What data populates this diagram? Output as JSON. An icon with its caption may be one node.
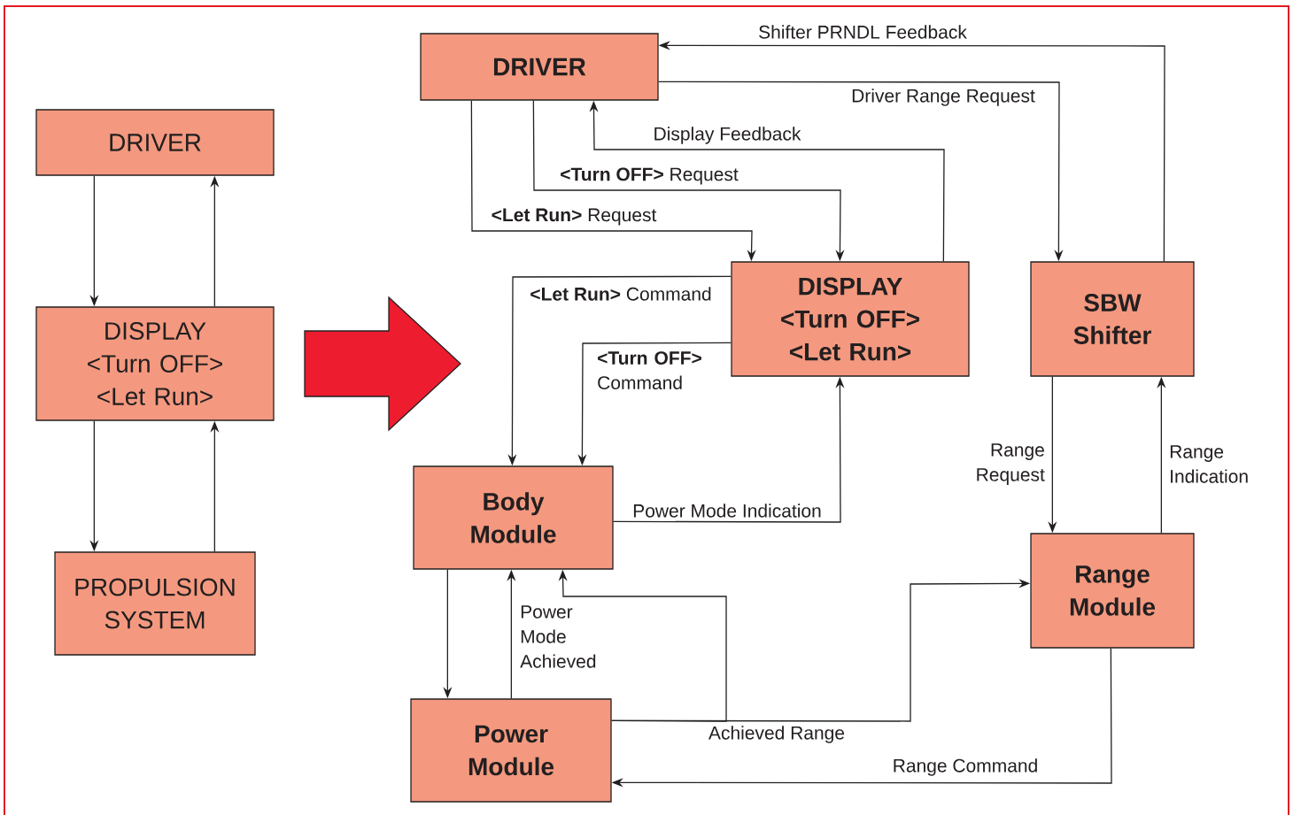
{
  "diagram": {
    "nodes": [
      {
        "text": [
          "DRIVER"
        ]
      },
      {
        "text": [
          "DISPLAY <Turn OFF> <Let Run>"
        ]
      },
      {
        "text": [
          "PROPULSION SYSTEM"
        ]
      },
      {
        "text": [
          "DRIVER"
        ]
      },
      {
        "text": [
          "DISPLAY <Turn OFF> <Let Run>"
        ]
      },
      {
        "text": [
          "SBW Shifter"
        ]
      },
      {
        "text": [
          "Body Module"
        ]
      },
      {
        "text": [
          "Power Module"
        ]
      },
      {
        "text": [
          "Range Module"
        ]
      }
    ],
    "edges": [
      {
        "from": 0,
        "to": 1,
        "arrow": "to"
      },
      {
        "from": 1,
        "to": 0,
        "arrow": "to"
      },
      {
        "from": 1,
        "to": 2,
        "arrow": "to"
      },
      {
        "from": 2,
        "to": 1,
        "arrow": "to"
      },
      {
        "from": 5,
        "to": 3,
        "arrow": "to",
        "label": "Shifter PRNDL Feedback"
      },
      {
        "from": 3,
        "to": 5,
        "arrow": "to",
        "label": "Driver Range Request"
      },
      {
        "from": 4,
        "to": 3,
        "arrow": "to",
        "label": "Display Feedback"
      },
      {
        "from": 3,
        "to": 4,
        "arrow": "to",
        "label": "**<Turn OFF>** Request"
      },
      {
        "from": 3,
        "to": 4,
        "arrow": "to",
        "label": "**<Let Run>** Request"
      },
      {
        "from": 4,
        "to": 6,
        "arrow": "to",
        "label": "**<Let Run>** Command"
      },
      {
        "from": 4,
        "to": 6,
        "arrow": "to",
        "label": "**<Turn OFF>** Command"
      },
      {
        "from": 6,
        "to": 4,
        "arrow": "to",
        "label": "Power Mode Indication"
      },
      {
        "from": 6,
        "to": 7,
        "arrow": "to"
      },
      {
        "from": 7,
        "to": 6,
        "arrow": "to",
        "label": "Power Mode Achieved"
      },
      {
        "from": 7,
        "to": 6,
        "arrow": "to"
      },
      {
        "from": 7,
        "to": 8,
        "arrow": "to",
        "label": "Achieved Range"
      },
      {
        "from": 5,
        "to": 8,
        "arrow": "to",
        "label": "Range Request"
      },
      {
        "from": 8,
        "to": 5,
        "arrow": "to",
        "label": "Range Indication"
      },
      {
        "from": 8,
        "to": 7,
        "arrow": "to",
        "label": "Range Command"
      }
    ]
  }
}
